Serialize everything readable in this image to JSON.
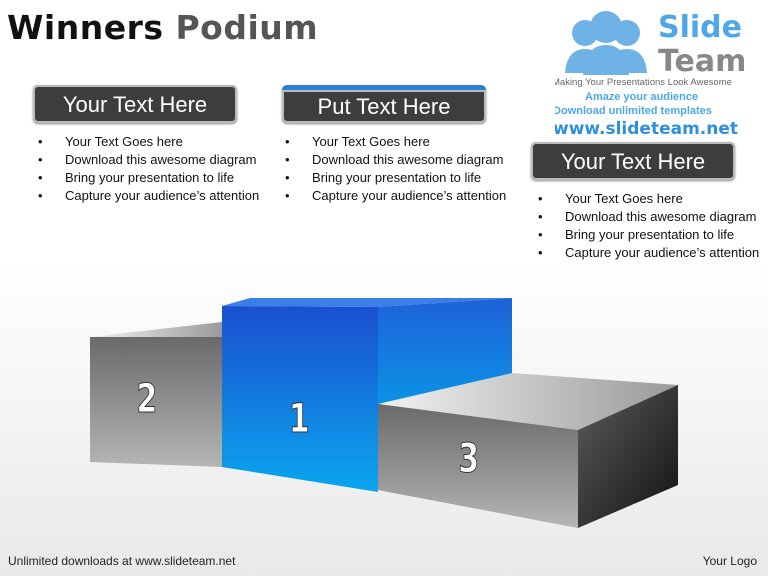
{
  "title": {
    "part1": "Winners",
    "part2": "Podium"
  },
  "columns": [
    {
      "header": "Your Text Here",
      "bullets": [
        "Your Text Goes here",
        "Download this awesome diagram",
        "Bring your presentation to life",
        "Capture your audience’s attention"
      ]
    },
    {
      "header": "Put Text Here",
      "bullets": [
        "Your Text Goes here",
        "Download this awesome diagram",
        "Bring your presentation to life",
        "Capture your audience’s attention"
      ]
    },
    {
      "header": "Your Text Here",
      "bullets": [
        "Your Text Goes here",
        "Download this awesome diagram",
        "Bring your presentation to life",
        "Capture your audience’s attention"
      ]
    }
  ],
  "podium": {
    "ranks": [
      "2",
      "1",
      "3"
    ],
    "colors": {
      "gold": "#1a73e0",
      "side": "#5a5a5a"
    }
  },
  "logo": {
    "brand1": "Slide",
    "brand2": "Team",
    "tagline": "Making Your Presentations Look Awesome",
    "watermark1": "Amaze your audience",
    "watermark2": "Download unlimited templates",
    "url": "www.slideteam.net"
  },
  "footer": {
    "left": "Unlimited downloads at www.slideteam.net",
    "right": "Your Logo"
  }
}
